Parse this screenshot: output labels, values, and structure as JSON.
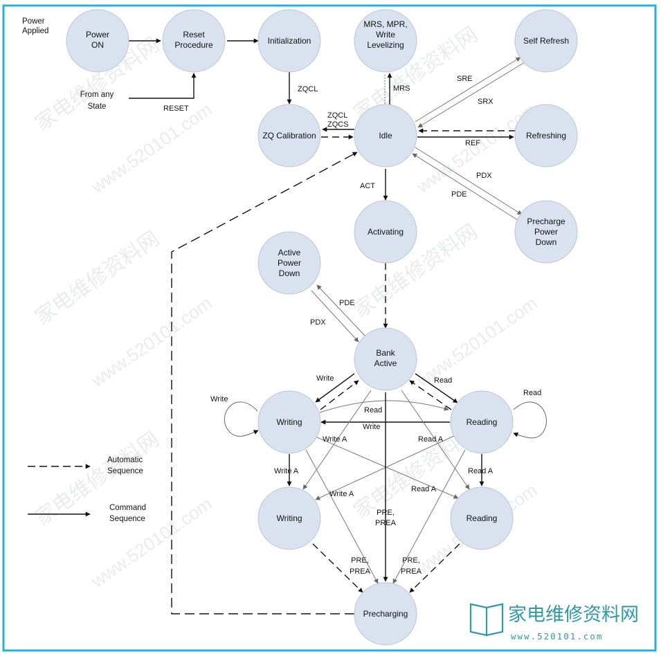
{
  "frame_color": "#29aee0",
  "node_color": "#d9e2ee",
  "brand_color": "#2f9aa3",
  "notes": {
    "power_applied": [
      "Power",
      "Applied"
    ],
    "from_any_state": [
      "From any",
      "State"
    ]
  },
  "nodes": {
    "power_on": [
      "Power",
      "ON"
    ],
    "reset_procedure": [
      "Reset",
      "Procedure"
    ],
    "initialization": [
      "Initialization"
    ],
    "mrs_mpr": [
      "MRS, MPR,",
      "Write",
      "Levelizing"
    ],
    "self_refresh": [
      "Self Refresh"
    ],
    "zq_calibration": [
      "ZQ Calibration"
    ],
    "idle": [
      "Idle"
    ],
    "refreshing": [
      "Refreshing"
    ],
    "activating": [
      "Activating"
    ],
    "precharge_power_down": [
      "Precharge",
      "Power",
      "Down"
    ],
    "active_power_down": [
      "Active",
      "Power",
      "Down"
    ],
    "bank_active": [
      "Bank",
      "Active"
    ],
    "writing_top": [
      "Writing"
    ],
    "reading_top": [
      "Reading"
    ],
    "writing_bottom": [
      "Writing"
    ],
    "reading_bottom": [
      "Reading"
    ],
    "precharging": [
      "Precharging"
    ]
  },
  "edge_labels": {
    "reset": "RESET",
    "zqcl_top": "ZQCL",
    "zqcl_idle": "ZQCL",
    "zqcs": "ZQCS",
    "mrs": "MRS",
    "sre": "SRE",
    "srx": "SRX",
    "ref": "REF",
    "pdx_top": "PDX",
    "pde_top": "PDE",
    "act": "ACT",
    "pde_bottom": "PDE",
    "pdx_bottom": "PDX",
    "write_to_writing": "Write",
    "write_self": "Write",
    "read_to_reading": "Read",
    "read_self": "Read",
    "read_cross": "Read",
    "write_cross": "Write",
    "write_a_mid": "Write A",
    "read_a_mid": "Read A",
    "write_a_down": "Write A",
    "read_a_down": "Read A",
    "write_a_cross": "Write A",
    "read_a_cross": "Read A",
    "pre_prea_center": [
      "PRE,",
      "PREA"
    ],
    "pre_prea_left": [
      "PRE,",
      "PREA"
    ],
    "pre_prea_right": [
      "PRE,",
      "PREA"
    ]
  },
  "legend": {
    "automatic": [
      "Automatic",
      "Sequence"
    ],
    "command": [
      "Command",
      "Sequence"
    ]
  },
  "watermark": {
    "cn": "家电维修资料网",
    "url": "www.520101.com"
  },
  "logo": {
    "text": "家电维修资料网",
    "url": "www.520101.com"
  }
}
